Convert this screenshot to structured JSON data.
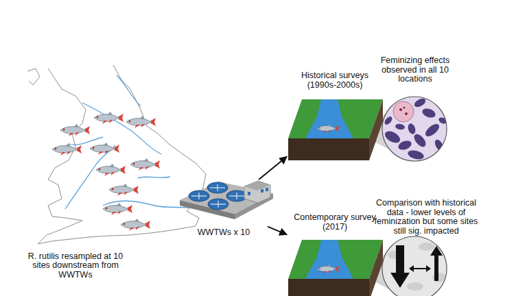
{
  "diagram": {
    "nodes": [
      {
        "text": [
          "R. rutilis resampled at 10 sites downstream from WWTWs"
        ]
      },
      {
        "text": [
          "WWTWs x 10"
        ]
      },
      {
        "text": [
          "Historical surveys (1990s-2000s)"
        ]
      },
      {
        "text": [
          "Feminizing effects observed in all 10 locations"
        ]
      },
      {
        "text": [
          "Contemporary survey (2017)"
        ]
      },
      {
        "text": [
          "Comparison with historical data - lower levels of feminization but some sites still sig. impacted"
        ]
      }
    ],
    "edges": [
      {
        "from": 1,
        "to": 2,
        "arrow": "to"
      },
      {
        "from": 1,
        "to": 4,
        "arrow": "to"
      }
    ]
  }
}
